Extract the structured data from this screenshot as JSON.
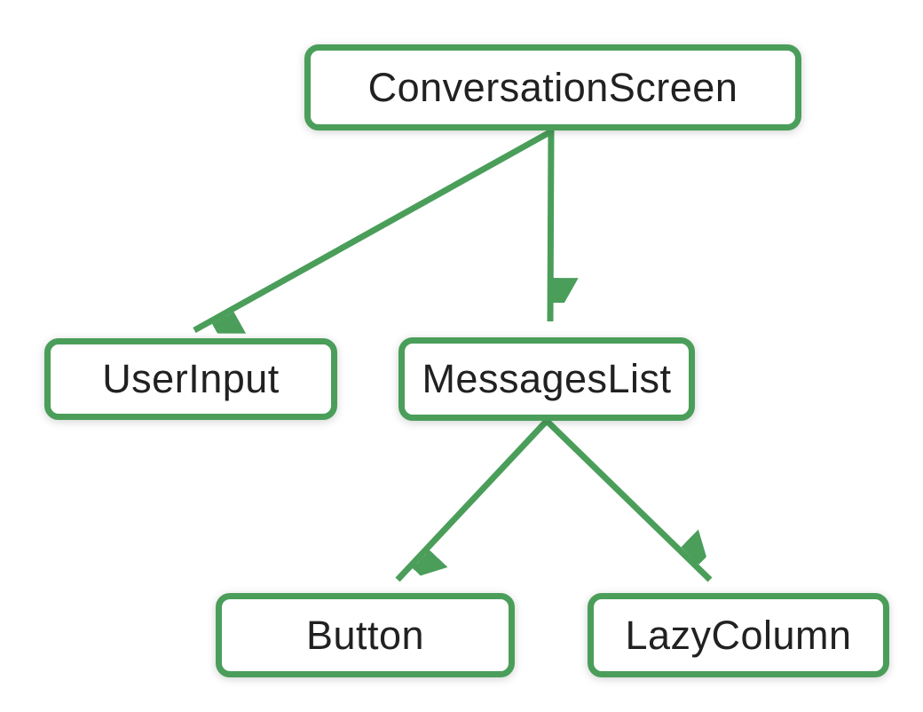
{
  "diagram": {
    "type": "tree",
    "nodes": [
      {
        "id": "conversation-screen",
        "label": "ConversationScreen"
      },
      {
        "id": "user-input",
        "label": "UserInput"
      },
      {
        "id": "messages-list",
        "label": "MessagesList"
      },
      {
        "id": "button",
        "label": "Button"
      },
      {
        "id": "lazy-column",
        "label": "LazyColumn"
      }
    ],
    "edges": [
      {
        "from": "ConversationScreen",
        "to": "UserInput"
      },
      {
        "from": "ConversationScreen",
        "to": "MessagesList"
      },
      {
        "from": "MessagesList",
        "to": "Button"
      },
      {
        "from": "MessagesList",
        "to": "LazyColumn"
      }
    ],
    "colors": {
      "accent_green": "#4a9e5a",
      "node_fill": "#ffffff",
      "text": "#212121",
      "background": "#ffffff"
    }
  }
}
